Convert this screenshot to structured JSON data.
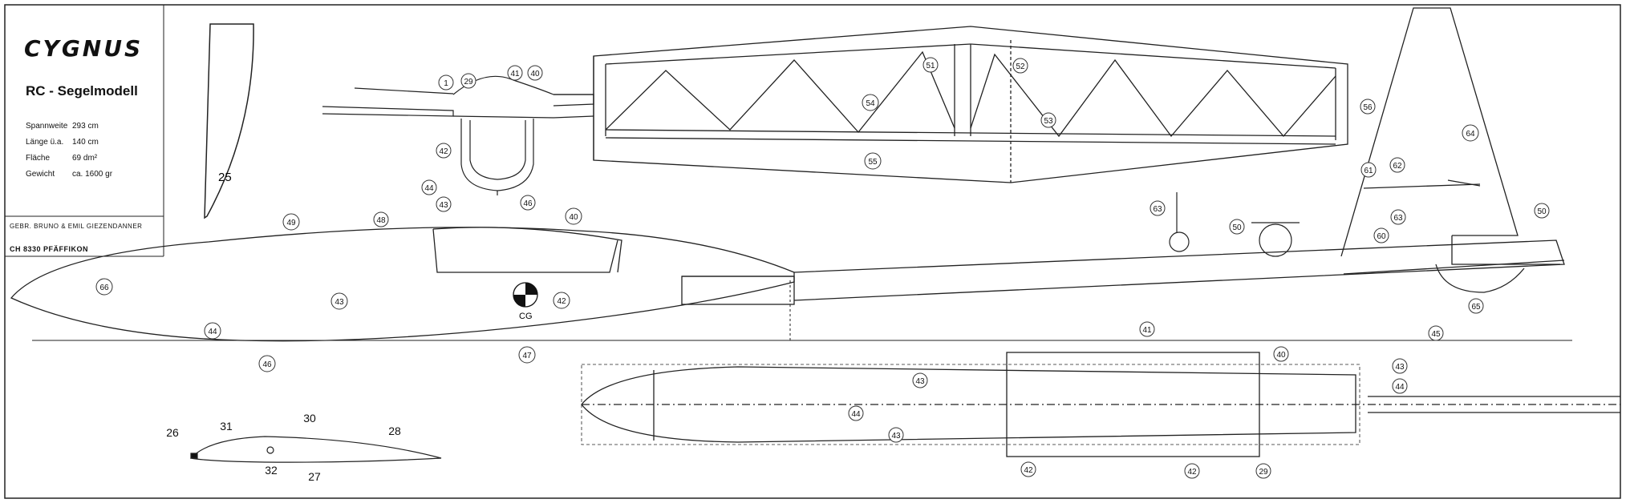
{
  "title_block": {
    "title": "CYGNUS",
    "subtitle": "RC - Segelmodell",
    "specs": [
      {
        "label": "Spannweite",
        "value": "293 cm"
      },
      {
        "label": "Länge ü.a.",
        "value": "140 cm"
      },
      {
        "label": "Fläche",
        "value": "69 dm²"
      },
      {
        "label": "Gewicht",
        "value": "ca. 1600 gr"
      }
    ],
    "maker": "GEBR. BRUNO & EMIL GIEZENDANNER",
    "city": "CH 8330 PFÄFFIKON"
  },
  "part_numbers": {
    "rib_template": "25",
    "fuselage": [
      "49",
      "48",
      "40",
      "43",
      "44",
      "46",
      "47",
      "42",
      "66"
    ],
    "wing_section": [
      "1",
      "29",
      "41",
      "40",
      "42",
      "44",
      "43",
      "46"
    ],
    "wing_panel": [
      "51",
      "52",
      "53",
      "54",
      "55",
      "56"
    ],
    "tail": [
      "64",
      "61",
      "62",
      "63",
      "60",
      "50",
      "65",
      "45"
    ],
    "tail_details": [
      "63",
      "50"
    ],
    "plan_view": [
      "41",
      "40",
      "43",
      "44",
      "43",
      "42",
      "42",
      "29",
      "43",
      "44"
    ],
    "airfoil": [
      "26",
      "31",
      "30",
      "28",
      "32",
      "27"
    ]
  },
  "cg_label": "CG"
}
